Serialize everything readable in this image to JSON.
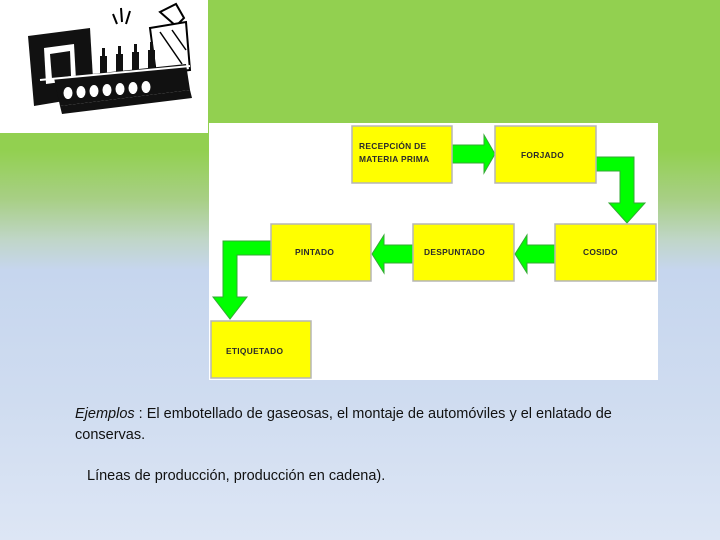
{
  "diagram": {
    "boxes": [
      {
        "label_lines": [
          "RECEPCIÓN DE",
          "MATERIA PRIMA"
        ]
      },
      {
        "label_lines": [
          "FORJADO"
        ]
      },
      {
        "label_lines": [
          "COSIDO"
        ]
      },
      {
        "label_lines": [
          "DESPUNTADO"
        ]
      },
      {
        "label_lines": [
          "PINTADO"
        ]
      },
      {
        "label_lines": [
          "ETIQUETADO"
        ]
      }
    ],
    "colors": {
      "box_fill": "#ffff00",
      "box_border": "#b5b5b5",
      "arrow_fill": "#00ff00",
      "arrow_stroke": "#33aa33"
    }
  },
  "caption": {
    "lead": "Ejemplos",
    "text": " : El embotellado de gaseosas, el montaje de automóviles y el enlatado de conservas."
  },
  "note": "Líneas de producción, producción en cadena).",
  "clipart_icon": "assembly-line-icon"
}
